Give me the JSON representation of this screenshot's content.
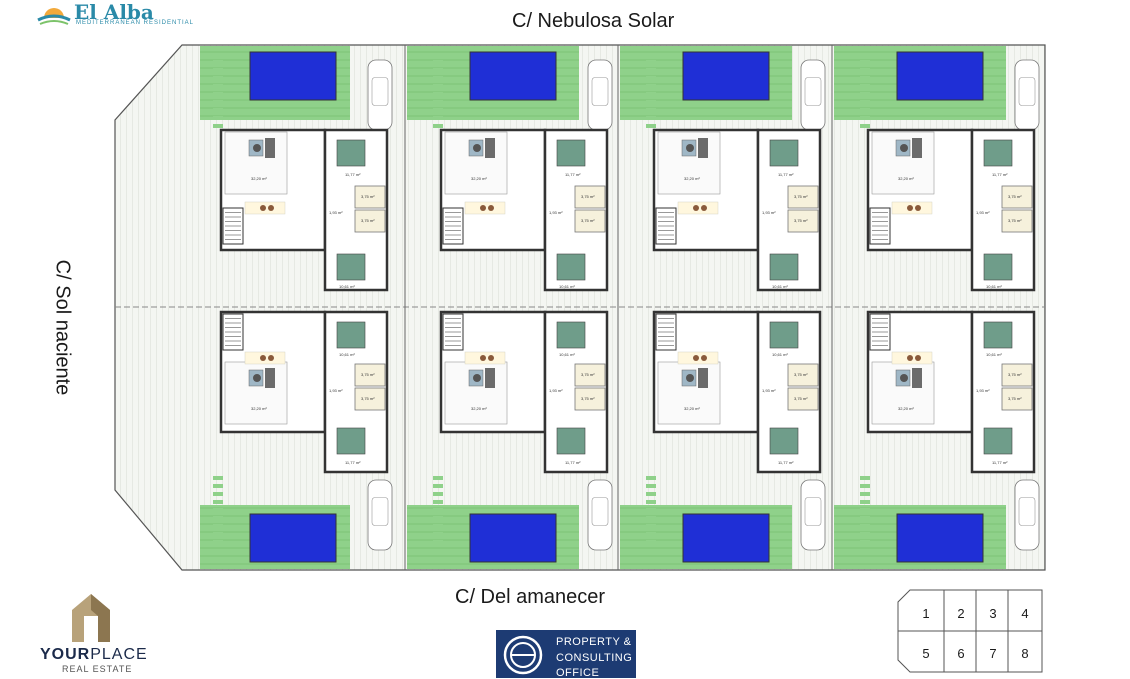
{
  "brand": {
    "name": "El Alba",
    "tagline": "MEDITERRANEAN RESIDENTIAL"
  },
  "streets": {
    "top": "C/ Nebulosa Solar",
    "bottom": "C/ Del amanecer",
    "left": "C/ Sol naciente"
  },
  "agency": {
    "name_first": "YOUR",
    "name_second": "PLACE",
    "subtitle": "REAL ESTATE"
  },
  "office": {
    "line1": "PROPERTY &",
    "line2": "CONSULTING",
    "line3": "OFFICE"
  },
  "lot_key": {
    "numbers": [
      "1",
      "2",
      "3",
      "4",
      "5",
      "6",
      "7",
      "8"
    ]
  },
  "room_labels": {
    "living": "32,20 m²",
    "bedroom1": "11,77 m²",
    "bath1": "3,75 m²",
    "bath2": "3,75 m²",
    "hall": "1,93 m²",
    "bedroom2": "10,61 m²"
  },
  "colors": {
    "lawn": "#8fd18a",
    "pool": "#1f2fd6",
    "terrace": "#eef1ec",
    "wall": "#333333",
    "office_bg": "#1d3b73",
    "brand_teal": "#2a8aa8"
  }
}
